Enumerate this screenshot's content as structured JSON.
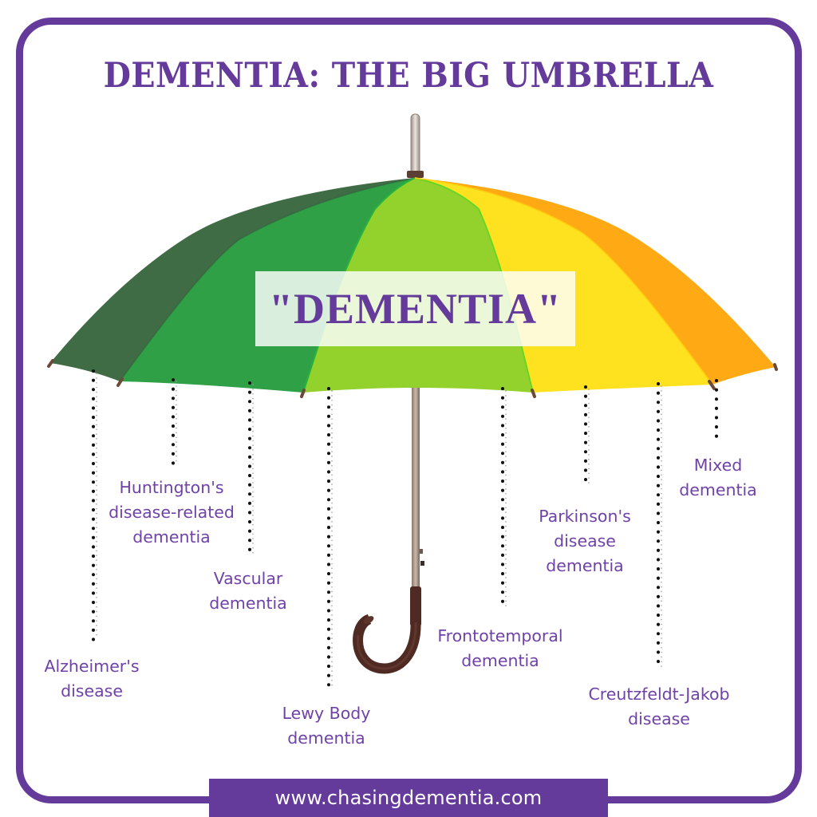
{
  "title": "DEMENTIA: THE BIG UMBRELLA",
  "umbrella": {
    "center_label": "\"DEMENTIA\"",
    "panel_colors": [
      "#3f6b45",
      "#2fa046",
      "#93d12c",
      "#ffe21f",
      "#ffaa14"
    ]
  },
  "types": [
    {
      "label": "Alzheimer's\ndisease"
    },
    {
      "label": "Huntington's\ndisease-related\ndementia"
    },
    {
      "label": "Vascular\ndementia"
    },
    {
      "label": "Lewy Body\ndementia"
    },
    {
      "label": "Frontotemporal\ndementia"
    },
    {
      "label": "Parkinson's\ndisease\ndementia"
    },
    {
      "label": "Creutzfeldt-Jakob\ndisease"
    },
    {
      "label": "Mixed\ndementia"
    }
  ],
  "footer": {
    "url": "www.chasingdementia.com"
  },
  "colors": {
    "brand_purple": "#643a9a",
    "label_purple": "#6f42a8",
    "background": "#ffffff"
  }
}
